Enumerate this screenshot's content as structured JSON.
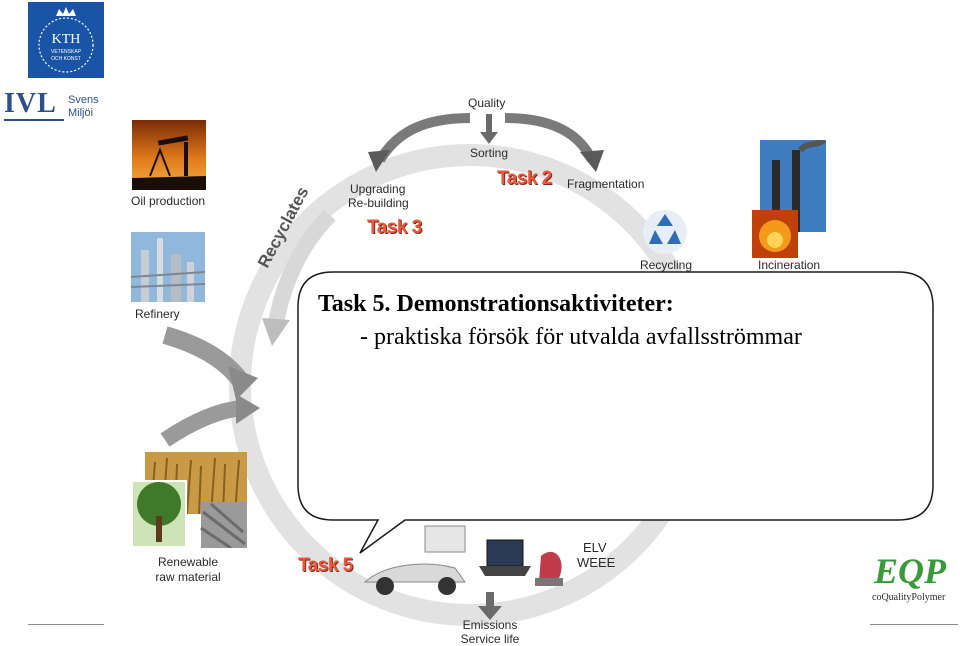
{
  "logos": {
    "kth": {
      "initials": "KTH",
      "motto_line1": "VETENSKAP",
      "motto_line2": "OCH KONST"
    },
    "ivl": {
      "initials": "IVL",
      "line1": "Svens",
      "line2": "Miljöi"
    },
    "eqp": {
      "letters": "EQP",
      "name": "coQualityPolymer"
    }
  },
  "diagram": {
    "quality": "Quality",
    "sorting": "Sorting",
    "task2": "Task 2",
    "fragmentation": "Fragmentation",
    "upgrading_line1": "Upgrading",
    "upgrading_line2": "Re-building",
    "task3": "Task 3",
    "recyclates": "Recyclates",
    "recycling": "Recycling",
    "incineration": "Incineration",
    "oil_production": "Oil production",
    "refinery": "Refinery",
    "renewable_line1": "Renewable",
    "renewable_line2": "raw material",
    "task5": "Task 5",
    "elv": "ELV",
    "weee": "WEEE",
    "emissions": "Emissions",
    "service_life": "Service life"
  },
  "callout": {
    "title": "Task 5. Demonstrationsaktiviteter:",
    "bullet": "- praktiska försök för utvalda avfallsströmmar"
  },
  "colors": {
    "kth_blue": "#1954a6",
    "ivl_blue": "#2e4f8a",
    "task_orange": "#e8593c",
    "eqp_green": "#3a9a3a"
  }
}
